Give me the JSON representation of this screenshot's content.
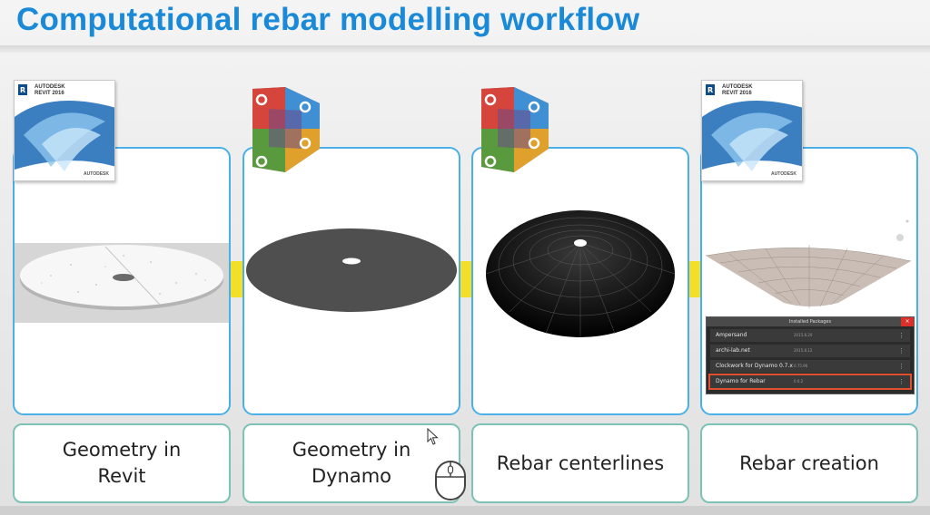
{
  "slide": {
    "title": "Computational rebar modelling workflow"
  },
  "steps": [
    {
      "caption": "Geometry in\nRevit",
      "product": "revit",
      "product_box": {
        "brand": "AUTODESK",
        "name": "REVIT 2016",
        "footer": "AUTODESK"
      }
    },
    {
      "caption": "Geometry in\nDynamo",
      "product": "dynamo"
    },
    {
      "caption": "Rebar centerlines",
      "product": "dynamo"
    },
    {
      "caption": "Rebar creation",
      "product": "revit",
      "product_box": {
        "brand": "AUTODESK",
        "name": "REVIT 2016",
        "footer": "AUTODESK"
      }
    }
  ],
  "installed_packages": {
    "title": "Installed Packages",
    "items": [
      {
        "name": "Ampersand",
        "version": "2015.8.20",
        "highlighted": false
      },
      {
        "name": "archi-lab.net",
        "version": "2015.8.12",
        "highlighted": false
      },
      {
        "name": "Clockwork for Dynamo 0.7.x",
        "version": "0.75.96",
        "highlighted": false
      },
      {
        "name": "Dynamo for Rebar",
        "version": "0.6.2",
        "highlighted": true
      }
    ]
  },
  "colors": {
    "title": "#1a8ad8",
    "panel_border": "#4ab0e6",
    "caption_border": "#7cc2b6",
    "connector": "#f3df2a",
    "package_highlight": "#e0502f"
  },
  "icons": [
    "revit-product-box-icon",
    "dynamo-logo-icon",
    "mouse-pointer-icon",
    "mouse-icon"
  ]
}
